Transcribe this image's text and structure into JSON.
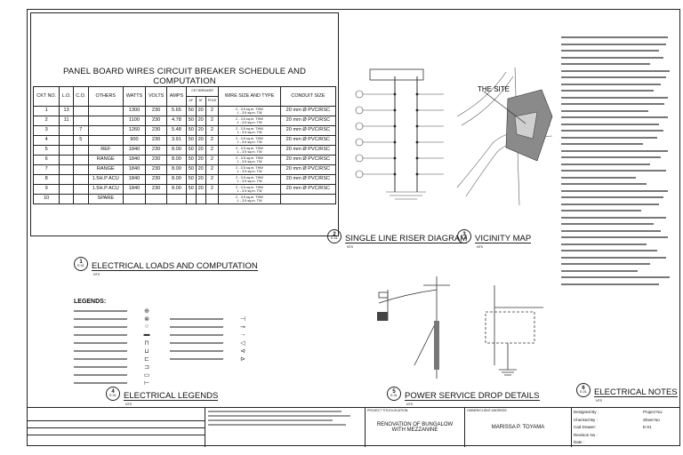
{
  "schedule": {
    "title": "PANEL BOARD WIRES CIRCUIT BREAKER SCHEDULE AND COMPUTATION",
    "headers": {
      "ckt": "CKT NO.",
      "lo": "L.O.",
      "co": "C.O.",
      "others": "OTHERS",
      "watts": "WATTS",
      "volts": "VOLTS",
      "amps": "AMPS",
      "breaker": "CKT BREAKER",
      "af": "AF",
      "at": "AT",
      "pole": "POLE",
      "wire": "WIRE SIZE AND TYPE",
      "conduit": "CONDUIT SIZE"
    },
    "rows": [
      {
        "ckt": "1",
        "lo": "13",
        "co": "",
        "others": "",
        "watts": "1300",
        "volts": "230",
        "amps": "5.65",
        "af": "50",
        "at": "20",
        "pole": "2",
        "wire1": "2 - 3.5 sq.m. THW",
        "wire2": "1 - 3.5 sq.m. TW",
        "conduit": "20 mm Ø PVC/RSC"
      },
      {
        "ckt": "2",
        "lo": "11",
        "co": "",
        "others": "",
        "watts": "1100",
        "volts": "230",
        "amps": "4.78",
        "af": "50",
        "at": "20",
        "pole": "2",
        "wire1": "2 - 3.5 sq.m. THW",
        "wire2": "1 - 3.5 sq.m. TW",
        "conduit": "20 mm Ø PVC/RSC"
      },
      {
        "ckt": "3",
        "lo": "",
        "co": "7",
        "others": "",
        "watts": "1260",
        "volts": "230",
        "amps": "5.48",
        "af": "50",
        "at": "20",
        "pole": "2",
        "wire1": "2 - 3.5 sq.m. THW",
        "wire2": "1 - 3.5 sq.m. TW",
        "conduit": "20 mm Ø PVC/RSC"
      },
      {
        "ckt": "4",
        "lo": "",
        "co": "5",
        "others": "",
        "watts": "900",
        "volts": "230",
        "amps": "3.91",
        "af": "50",
        "at": "20",
        "pole": "2",
        "wire1": "2 - 3.5 sq.m. THW",
        "wire2": "1 - 3.5 sq.m. TW",
        "conduit": "20 mm Ø PVC/RSC"
      },
      {
        "ckt": "5",
        "lo": "",
        "co": "",
        "others": "REF",
        "watts": "1840",
        "volts": "230",
        "amps": "8.00",
        "af": "50",
        "at": "20",
        "pole": "2",
        "wire1": "2 - 3.5 sq.m. THW",
        "wire2": "1 - 3.5 sq.m. TW",
        "conduit": "20 mm Ø PVC/RSC"
      },
      {
        "ckt": "6",
        "lo": "",
        "co": "",
        "others": "RANGE",
        "watts": "1840",
        "volts": "230",
        "amps": "8.00",
        "af": "50",
        "at": "20",
        "pole": "2",
        "wire1": "2 - 3.5 sq.m. THW",
        "wire2": "1 - 3.5 sq.m. TW",
        "conduit": "20 mm Ø PVC/RSC"
      },
      {
        "ckt": "7",
        "lo": "",
        "co": "",
        "others": "RANGE",
        "watts": "1840",
        "volts": "230",
        "amps": "8.00",
        "af": "50",
        "at": "20",
        "pole": "2",
        "wire1": "2 - 3.5 sq.m. THW",
        "wire2": "1 - 3.5 sq.m. TW",
        "conduit": "20 mm Ø PVC/RSC"
      },
      {
        "ckt": "8",
        "lo": "",
        "co": "",
        "others": "1.5H.P ACU",
        "watts": "1840",
        "volts": "230",
        "amps": "8.00",
        "af": "50",
        "at": "20",
        "pole": "2",
        "wire1": "2 - 3.5 sq.m. THW",
        "wire2": "1 - 3.5 sq.m. TW",
        "conduit": "20 mm Ø PVC/RSC"
      },
      {
        "ckt": "9",
        "lo": "",
        "co": "",
        "others": "1.5H.P ACU",
        "watts": "1840",
        "volts": "230",
        "amps": "8.00",
        "af": "50",
        "at": "20",
        "pole": "2",
        "wire1": "2 - 3.5 sq.m. THW",
        "wire2": "1 - 3.5 sq.m. TW",
        "conduit": "20 mm Ø PVC/RSC"
      },
      {
        "ckt": "10",
        "lo": "",
        "co": "",
        "others": "SPARE",
        "watts": "",
        "volts": "",
        "amps": "",
        "af": "",
        "at": "",
        "pole": "",
        "wire1": "2 - 3.5 sq.m. THW",
        "wire2": "1 - 3.5 sq.m. TW",
        "conduit": ""
      }
    ]
  },
  "captions": {
    "riser": {
      "num": "2",
      "sheet": "E-01",
      "title": "SINGLE LINE RISER DIAGRAM"
    },
    "vicinity": {
      "num": "3",
      "sheet": "E-01",
      "title": "VICINITY MAP"
    },
    "loads": {
      "num": "1",
      "sheet": "E-01",
      "title": "ELECTRICAL LOADS AND COMPUTATION"
    },
    "legends": {
      "num": "4",
      "sheet": "E-01",
      "title": "ELECTRICAL LEGENDS"
    },
    "drop": {
      "num": "5",
      "sheet": "E-01",
      "title": "POWER SERVICE DROP DETAILS"
    },
    "notes": {
      "num": "6",
      "sheet": "E-01",
      "title": "ELECTRICAL NOTES"
    },
    "scale": "NTS"
  },
  "vicinity_label": "THE SITE",
  "legends_label": "LEGENDS:",
  "title_block": {
    "project_label": "PROJECT TITLE/LOCATION:",
    "project_line1": "RENOVATION OF BUNGALOW",
    "project_line2": "WITH MEZZANINE",
    "owner_label": "OWNER/CLIENT ADDRESS:",
    "owner": "MARISSA P. TOYAMA",
    "designed": "Designed By :",
    "checked": "Checked By :",
    "drawn": "Cad Drawer:",
    "revision": "Revision No :",
    "date": "Date :",
    "project_no": "Project No:",
    "sheet_label": "Sheet No",
    "sheet": "E-01"
  }
}
